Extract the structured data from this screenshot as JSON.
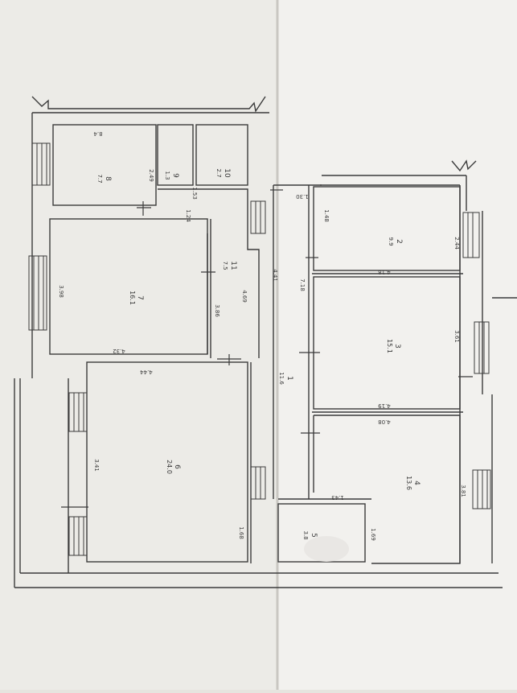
{
  "rooms": [
    {
      "id": "8",
      "area": "7.7"
    },
    {
      "id": "9",
      "area": "1.3"
    },
    {
      "id": "10",
      "area": "2.7"
    },
    {
      "id": "7",
      "area": "16.1"
    },
    {
      "id": "11",
      "area": "7.5"
    },
    {
      "id": "6",
      "area": "24.0"
    },
    {
      "id": "2",
      "area": "9.9"
    },
    {
      "id": "3",
      "area": "15.1"
    },
    {
      "id": "4",
      "area": "13.6"
    },
    {
      "id": "1",
      "area": "11.6"
    },
    {
      "id": "5",
      "area": "3.8"
    }
  ],
  "dims": [
    "2.49",
    "1.53",
    "1.24",
    "3.98",
    "3.86",
    "4.69",
    "4.41",
    "4.32",
    "4.44",
    "3.41",
    "1.68",
    "7.18",
    "1.48",
    "2.44",
    "4.18",
    "3.61",
    "4.19",
    "4.08",
    "1.43",
    "1.69",
    "3.81",
    "1.30"
  ],
  "marks": {
    "corner_top": "8.4"
  }
}
